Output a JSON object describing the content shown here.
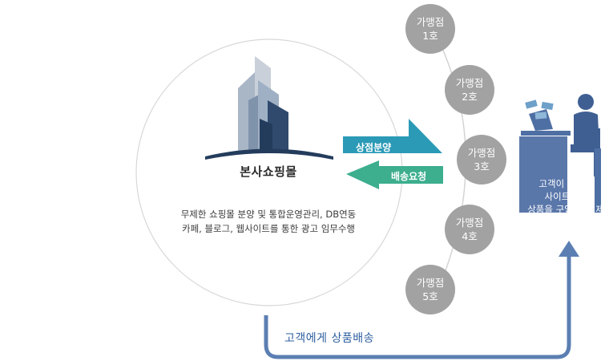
{
  "hq": {
    "title": "본사쇼핑몰",
    "desc_line1": "무제한 쇼핑몰 분양 및 통합운영관리, DB연동",
    "desc_line2": "카페, 블로그, 웹사이트를 통한 광고 임무수행"
  },
  "arrows": {
    "top": "상점분양",
    "bottom": "배송요청"
  },
  "franchises": [
    {
      "line1": "가맹점",
      "line2": "1호"
    },
    {
      "line1": "가맹점",
      "line2": "2호"
    },
    {
      "line1": "가맹점",
      "line2": "3호"
    },
    {
      "line1": "가맹점",
      "line2": "4호"
    },
    {
      "line1": "가맹점",
      "line2": "5호"
    }
  ],
  "customer": {
    "line1": "고객이 가맹점",
    "line2": "사이트에서",
    "line3": "상품을 구입 및 결제"
  },
  "delivery_label": "고객에게 상품배송",
  "colors": {
    "node": "#a3a2a2",
    "arrow_top": "#2b9ab6",
    "arrow_bottom": "#3dae8e",
    "flow": "#5b7fb2",
    "customer_box": "#5a77aa"
  }
}
